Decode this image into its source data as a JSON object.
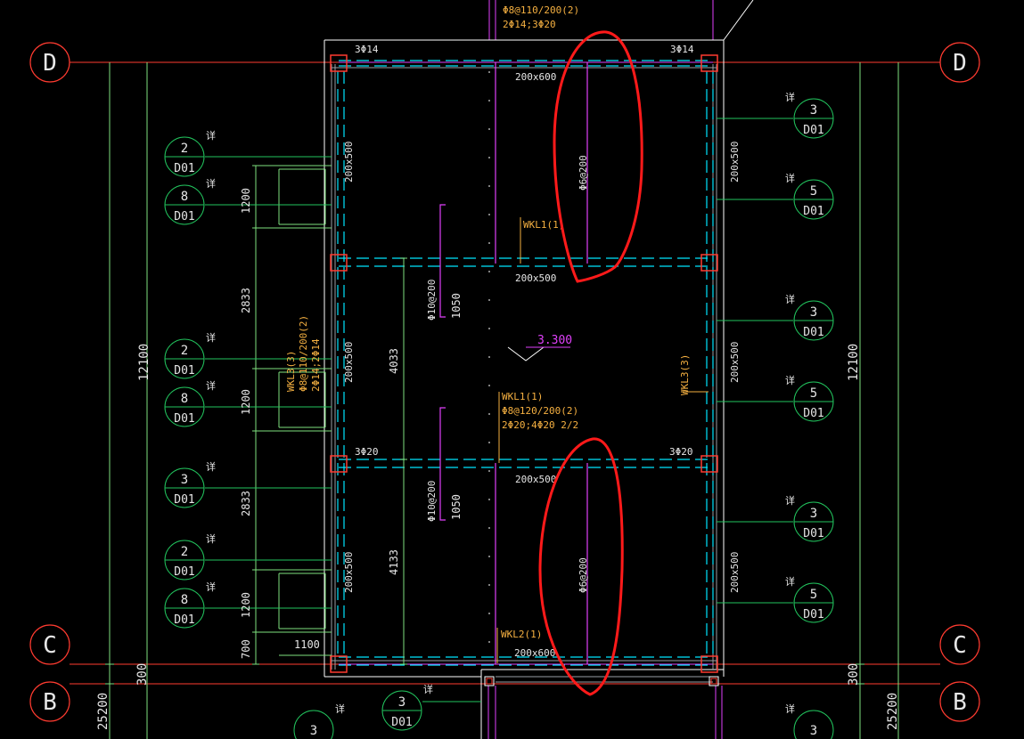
{
  "colors": {
    "background": "#000000",
    "axis": "#ff3b30",
    "dimension": "#7ee07e",
    "detail": "#22c55e",
    "wall": "#9aa0a6",
    "beam": "#00e5ff",
    "column": "#ff3b30",
    "text_beam": "#f5b041",
    "text_dim": "#e6e6e6",
    "magenta": "#e040fb",
    "markup": "#ff1a1a",
    "white": "#ffffff"
  },
  "axes": [
    {
      "id": "left-D",
      "label": "D"
    },
    {
      "id": "right-D",
      "label": "D"
    },
    {
      "id": "left-C",
      "label": "C"
    },
    {
      "id": "right-C",
      "label": "C"
    },
    {
      "id": "left-B",
      "label": "B"
    },
    {
      "id": "right-B",
      "label": "B"
    }
  ],
  "dimensions": {
    "total_left": "12100",
    "total_right": "12100",
    "bottom_left": "25200",
    "bottom_right": "25200",
    "cb_left": "300",
    "cb_right": "300",
    "seg1": "1200",
    "seg2": "2833",
    "seg3": "1200",
    "seg4": "2833",
    "seg5": "1200",
    "seg6": "700",
    "width1100": "1100",
    "span_top": "4033",
    "span_bottom": "4133",
    "slab_top": "1050",
    "slab_bottom": "1050"
  },
  "beams": {
    "wkl1_top": "WKL1(1)",
    "wkl1_mid": "WKL1(1)",
    "wkl1_mid_stirrup": "Φ8@120/200(2)",
    "wkl1_mid_bars": "2Φ20;4Φ20 2/2",
    "wkl2": "WKL2(1)",
    "wkl3_right": "WKL3(3)",
    "wkl3_left": "WKL3(3)",
    "wkl3_left_stirrup": "Φ8@110/200(2)",
    "wkl3_left_bars": "2Φ14;2Φ14",
    "top_stirrup": "Φ8@110/200(2)",
    "top_bars": "2Φ14;3Φ20",
    "size_top": "200x600",
    "size_2": "200x500",
    "size_3": "200x500",
    "size_bottom": "200x600",
    "size_left_1": "200x500",
    "size_left_2": "200x500",
    "size_left_3": "200x500",
    "size_right_1": "200x500",
    "size_right_2": "200x500",
    "size_right_3": "200x500",
    "bars_3phi14_left": "3Φ14",
    "bars_3phi14_right": "3Φ14",
    "bars_3phi20_left": "3Φ20",
    "bars_3phi20_right": "3Φ20",
    "slab_rebar_1": "Φ10@200",
    "slab_rebar_2": "Φ10@200",
    "slab_rebar_3": "Φ6@200",
    "slab_rebar_4": "Φ6@200"
  },
  "elevation": "3.300",
  "details": [
    {
      "id": "L1",
      "num": "2",
      "ref": "D01"
    },
    {
      "id": "L2",
      "num": "8",
      "ref": "D01"
    },
    {
      "id": "L3",
      "num": "2",
      "ref": "D01"
    },
    {
      "id": "L4",
      "num": "8",
      "ref": "D01"
    },
    {
      "id": "L5",
      "num": "3",
      "ref": "D01"
    },
    {
      "id": "L6",
      "num": "2",
      "ref": "D01"
    },
    {
      "id": "L7",
      "num": "8",
      "ref": "D01"
    },
    {
      "id": "R1",
      "num": "3",
      "ref": "D01"
    },
    {
      "id": "R2",
      "num": "5",
      "ref": "D01"
    },
    {
      "id": "R3",
      "num": "3",
      "ref": "D01"
    },
    {
      "id": "R4",
      "num": "5",
      "ref": "D01"
    },
    {
      "id": "R5",
      "num": "3",
      "ref": "D01"
    },
    {
      "id": "R6",
      "num": "5",
      "ref": "D01"
    },
    {
      "id": "B1",
      "num": "3",
      "ref": "D01"
    },
    {
      "id": "B2",
      "num": "3",
      "ref": ""
    },
    {
      "id": "B3",
      "num": "3",
      "ref": ""
    }
  ],
  "detail_mark": "详"
}
